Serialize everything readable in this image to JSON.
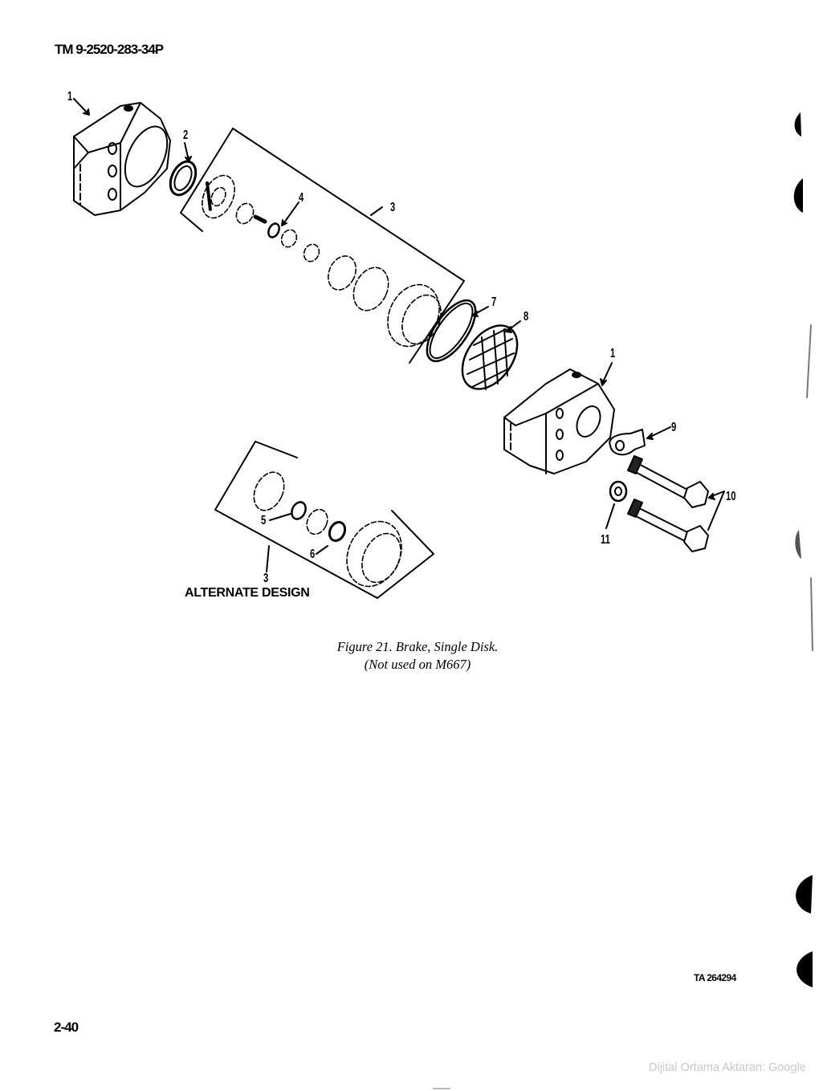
{
  "header": {
    "tm_number": "TM 9-2520-283-34P"
  },
  "figure": {
    "caption_line1": "Figure 21. Brake, Single Disk.",
    "caption_line2": "(Not used on M667)",
    "alternate_design_label": "ALTERNATE DESIGN",
    "callouts": [
      {
        "id": "callout-1-top",
        "label": "1",
        "part": "housing"
      },
      {
        "id": "callout-2",
        "label": "2",
        "part": "seal ring"
      },
      {
        "id": "callout-3-top",
        "label": "3",
        "part": "brake assembly"
      },
      {
        "id": "callout-4",
        "label": "4",
        "part": "washer"
      },
      {
        "id": "callout-7",
        "label": "7",
        "part": "o-ring"
      },
      {
        "id": "callout-8",
        "label": "8",
        "part": "brake disk"
      },
      {
        "id": "callout-1-bottom",
        "label": "1",
        "part": "housing"
      },
      {
        "id": "callout-9",
        "label": "9",
        "part": "bracket"
      },
      {
        "id": "callout-10",
        "label": "10",
        "part": "bolts"
      },
      {
        "id": "callout-11",
        "label": "11",
        "part": "washer"
      },
      {
        "id": "callout-5",
        "label": "5",
        "part": "ring"
      },
      {
        "id": "callout-6",
        "label": "6",
        "part": "retaining ring"
      },
      {
        "id": "callout-3-alt",
        "label": "3",
        "part": "brake assembly alternate"
      }
    ]
  },
  "footer": {
    "ta_number": "TA 264294",
    "page_number": "2-40",
    "watermark": "Dijital Ortama Aktaran: Google"
  }
}
